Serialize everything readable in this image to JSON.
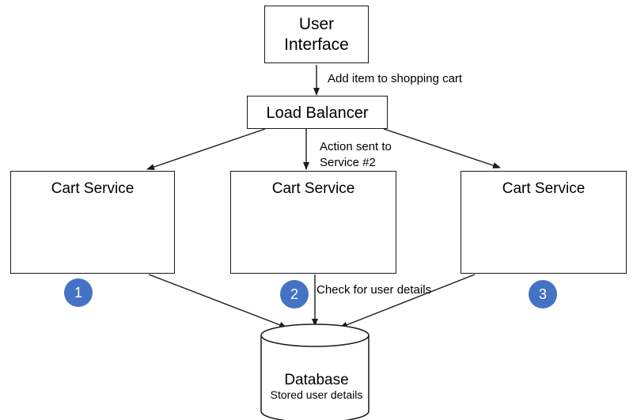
{
  "nodes": {
    "user_interface": {
      "line1": "User",
      "line2": "Interface"
    },
    "load_balancer": {
      "label": "Load Balancer"
    },
    "cart_service_1": {
      "label": "Cart Service",
      "badge": "1"
    },
    "cart_service_2": {
      "label": "Cart Service",
      "badge": "2"
    },
    "cart_service_3": {
      "label": "Cart Service",
      "badge": "3"
    },
    "database": {
      "title": "Database",
      "subtitle": "Stored user details"
    }
  },
  "edges": {
    "ui_to_lb": "Add item to shopping cart",
    "lb_to_service2_line1": "Action sent to",
    "lb_to_service2_line2": "Service #2",
    "service2_to_db": "Check for user details"
  },
  "colors": {
    "badge": "#4472c4",
    "stroke": "#1a1a1a"
  }
}
